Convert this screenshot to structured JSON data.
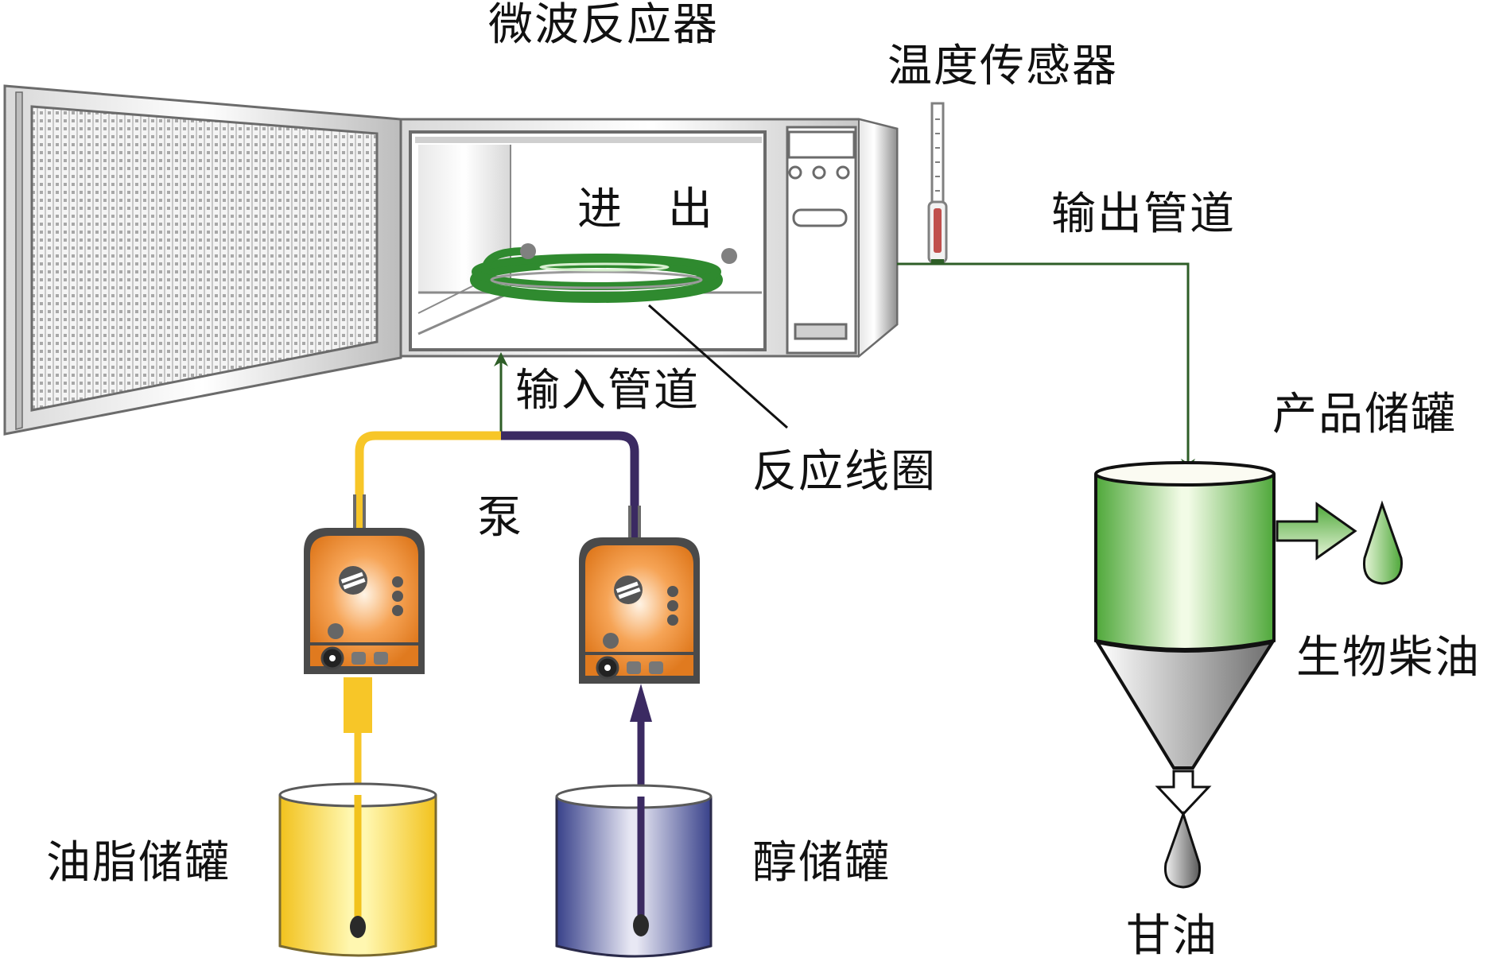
{
  "diagram": {
    "title": "微波反应器",
    "labels": {
      "microwave_reactor": "微波反应器",
      "temperature_sensor": "温度传感器",
      "inlet": "进",
      "outlet": "出",
      "output_pipe": "输出管道",
      "input_pipe": "输入管道",
      "reaction_coil": "反应线圈",
      "pump": "泵",
      "product_tank": "产品储罐",
      "biodiesel": "生物柴油",
      "glycerin": "甘油",
      "oil_tank": "油脂储罐",
      "alcohol_tank": "醇储罐"
    },
    "colors": {
      "oil_pipe": "#f7c628",
      "alcohol_pipe": "#3b2a62",
      "flow_line": "#2e5e27",
      "coil": "#2f8a2f",
      "pump_body": "#f08a2a",
      "product_tank": "#52a83c",
      "glycerin": "#7a7a7a",
      "thermometer_fluid": "#c0504d"
    },
    "icons": {
      "microwave": "microwave-oven-icon",
      "thermometer": "thermometer-icon",
      "pump": "pump-icon",
      "tank": "tank-icon",
      "drop": "drop-icon",
      "arrow": "arrow-icon"
    }
  }
}
